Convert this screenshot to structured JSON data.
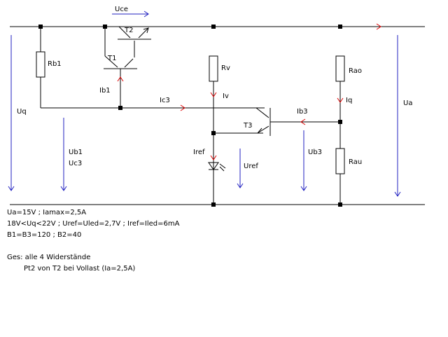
{
  "labels": {
    "Uce": "Uce",
    "T2": "T2",
    "T1": "T1",
    "Rb1": "Rb1",
    "Rv": "Rv",
    "Rao": "Rao",
    "Uq": "Uq",
    "Ib1": "Ib1",
    "Ic3": "Ic3",
    "Iv": "Iv",
    "Iq": "Iq",
    "Ua": "Ua",
    "Ib3": "Ib3",
    "T3": "T3",
    "Ub1": "Ub1",
    "Uc3": "Uc3",
    "Iref": "Iref",
    "Uref": "Uref",
    "Ub3": "Ub3",
    "Rau": "Rau"
  },
  "notes": {
    "line1": "Ua=15V ; Iamax=2,5A",
    "line2": "18V<Uq<22V ; Uref=Uled=2,7V ; Iref=Iled=6mA",
    "line3": "B1=B3=120 ; B2=40",
    "line4": "Ges: alle 4 Widerstände",
    "line5": "Pt2 von T2 bei Vollast (Ia=2,5A)"
  }
}
